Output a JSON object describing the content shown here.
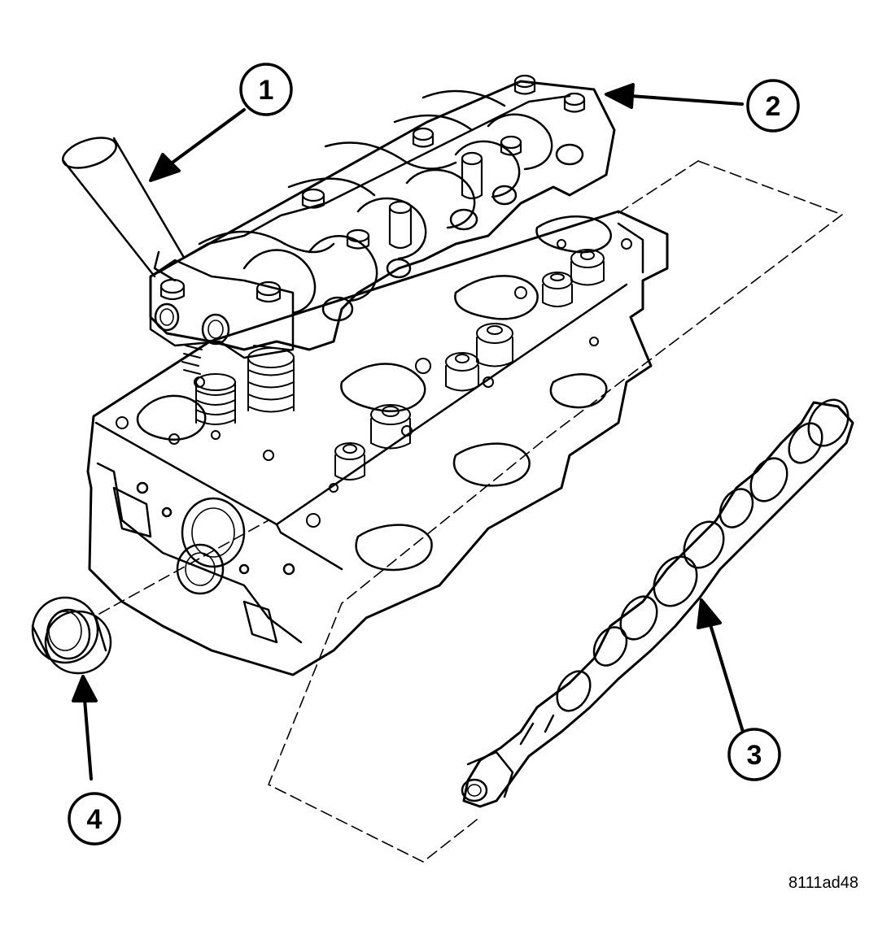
{
  "figure_id": "8111ad48",
  "callouts": [
    {
      "label": "1"
    },
    {
      "label": "2"
    },
    {
      "label": "3"
    },
    {
      "label": "4"
    }
  ],
  "parts": [
    {
      "icon": "cylinder-head-icon"
    },
    {
      "icon": "rocker-arm-assembly-icon"
    },
    {
      "icon": "camshaft-icon"
    },
    {
      "icon": "camshaft-seal-icon"
    },
    {
      "icon": "alignment-rod-icon"
    }
  ],
  "colors": {
    "ink": "#000000",
    "paper": "#ffffff"
  }
}
